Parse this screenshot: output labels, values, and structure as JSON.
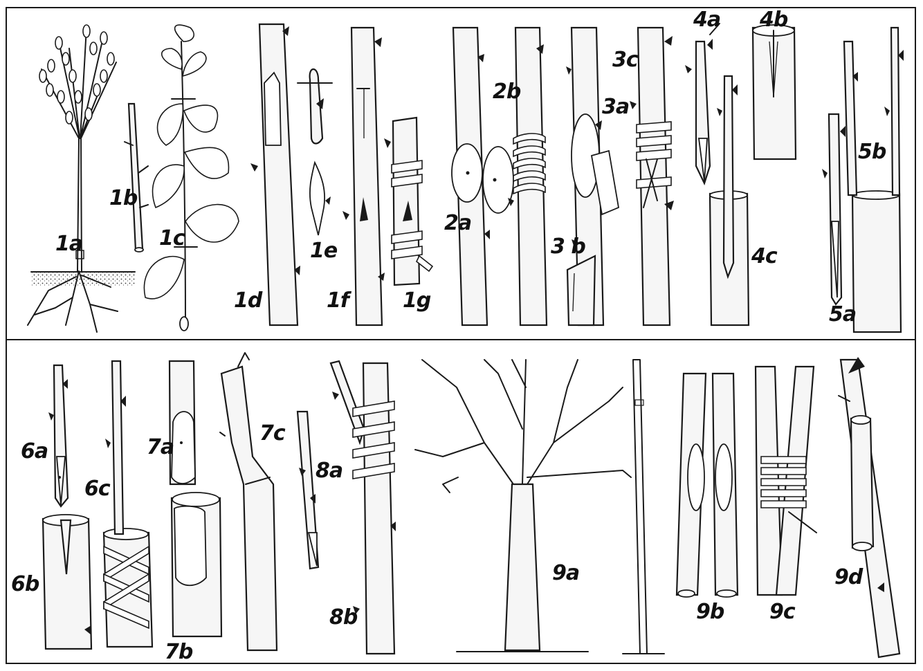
{
  "figure_labels": {
    "l1a": "1a",
    "l1b": "1b",
    "l1c": "1c",
    "l1d": "1d",
    "l1e": "1e",
    "l1f": "1f",
    "l1g": "1g",
    "l2a": "2a",
    "l2b": "2b",
    "l3a": "3a",
    "l3b": "3 b",
    "l3c": "3c",
    "l4a": "4a",
    "l4b": "4b",
    "l4c": "4c",
    "l5a": "5a",
    "l5b": "5b",
    "l6a": "6a",
    "l6b": "6b",
    "l6c": "6c",
    "l7a": "7a",
    "l7b": "7b",
    "l7c": "7c",
    "l8a": "8a",
    "l8b": "8b",
    "l9a": "9a",
    "l9b": "9b",
    "l9c": "9c",
    "l9d": "9d"
  },
  "colors": {
    "ink": "#1a1a1a",
    "paper": "#ffffff"
  }
}
